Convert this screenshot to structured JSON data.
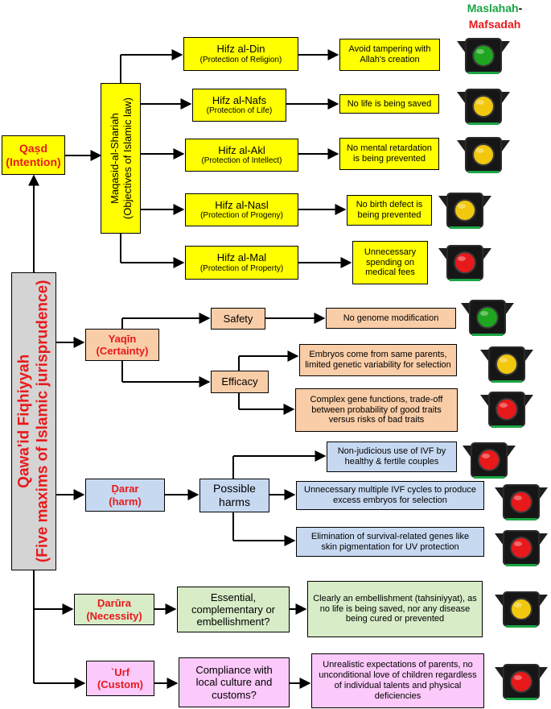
{
  "legend": {
    "maslahah": "Maslahah",
    "dash": "-",
    "mafsadah": "Mafsadah",
    "green": "#1aa544",
    "red": "#e8191b"
  },
  "main": {
    "line1": "Qawa'id Fiqhiyyah",
    "line2": "(Five maxims of Islamic jurisprudence)"
  },
  "qasd": {
    "title": "Qaṣd",
    "sub": "(Intention)",
    "maqasid_line1": "Maqasid-al-Shariah",
    "maqasid_line2": "(Objectives of Islamic law)",
    "items": [
      {
        "name": "Hifz al-Din",
        "desc": "(Protection of Religion)",
        "outcome": "Avoid tampering with Allah's creation",
        "light": "green"
      },
      {
        "name": "Hifz al-Nafs",
        "desc": "(Protection of Life)",
        "outcome": "No life is being saved",
        "light": "yellow"
      },
      {
        "name": "Hifz al-Akl",
        "desc": "(Protection of Intellect)",
        "outcome": "No mental retardation is being prevented",
        "light": "yellow"
      },
      {
        "name": "Hifz al-Nasl",
        "desc": "(Protection of Progeny)",
        "outcome": "No birth defect is being prevented",
        "light": "yellow"
      },
      {
        "name": "Hifz al-Mal",
        "desc": "(Protection of Property)",
        "outcome": "Unnecessary spending on medical fees",
        "light": "red"
      }
    ]
  },
  "yaqin": {
    "title": "Yaqīn",
    "sub": "(Certainty)",
    "safety": "Safety",
    "safety_outcome": "No genome modification",
    "efficacy": "Efficacy",
    "efficacy_outcome1": "Embryos come from same parents, limited genetic variability for selection",
    "efficacy_outcome2": "Complex gene functions, trade-off between probability of good traits versus risks of bad traits"
  },
  "darar": {
    "title": "Ḍarar",
    "sub": "(harm)",
    "node": "Possible harms",
    "outcome1": "Non-judicious use of IVF by healthy & fertile couples",
    "outcome2": "Unnecessary multiple IVF cycles to produce excess embryos for selection",
    "outcome3": "Elimination of survival-related genes like skin pigmentation for UV protection"
  },
  "darura": {
    "title": "Ḍarūra",
    "sub": "(Necessity)",
    "node": "Essential, complementary or embellishment?",
    "outcome": "Clearly an embellishment (tahsiniyyat), as no life is being saved, nor any disease being cured or prevented"
  },
  "urf": {
    "title": "`Urf",
    "sub": "(Custom)",
    "node": "Compliance with local culture and customs?",
    "outcome": "Unrealistic expectations of parents, no unconditional love of children regardless of individual talents and physical deficiencies"
  }
}
